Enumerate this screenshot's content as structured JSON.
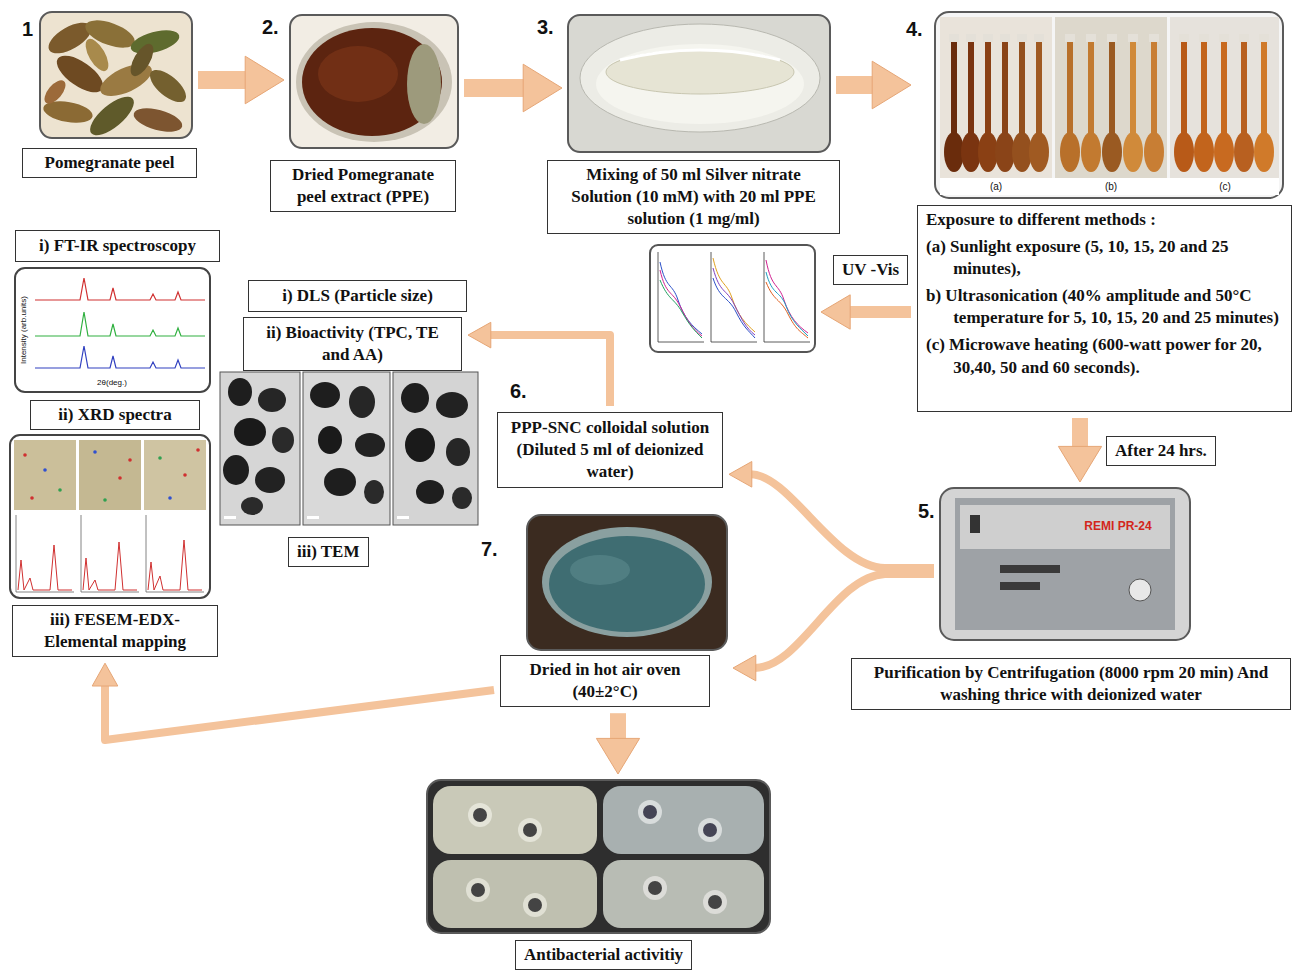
{
  "diagram": {
    "nodes": [
      {
        "text": [
          "Pomegranate peel"
        ]
      },
      {
        "text": [
          "Dried Pomegranate peel extract (PPE)"
        ]
      },
      {
        "text": [
          "Mixing of 50 ml Silver nitrate Solution (10 mM) with 20 ml PPE solution (1 mg/ml)"
        ]
      },
      {
        "text": [
          "Exposure to different methods :",
          "(a) Sunlight exposure (5, 10, 15, 20 and 25 minutes),",
          "b) Ultrasonication (40% amplitude and 50°C temperature for 5, 10, 15, 20 and 25 minutes)",
          "(c) Microwave heating (600-watt power for 20, 30,40, 50 and 60 seconds)."
        ]
      },
      {
        "text": [
          "UV -Vis"
        ]
      },
      {
        "text": [
          "Purification by Centrifugation (8000 rpm 20 min) And washing thrice with deionized water"
        ]
      },
      {
        "text": [
          "PPP-SNC colloidal solution (Diluted 5 ml of deionized water)"
        ]
      },
      {
        "text": [
          "i) DLS (Particle size)"
        ]
      },
      {
        "text": [
          "ii) Bioactivity (TPC, TE and AA)"
        ]
      },
      {
        "text": [
          "iii) TEM"
        ]
      },
      {
        "text": [
          "Dried in hot air oven (40±2°C)"
        ]
      },
      {
        "text": [
          "i) FT-IR spectroscopy"
        ]
      },
      {
        "text": [
          "ii) XRD spectra"
        ]
      },
      {
        "text": [
          "iii) FESEM-EDX- Elemental mapping"
        ]
      },
      {
        "text": [
          "Antibacterial activitiy"
        ]
      }
    ],
    "edges": [
      {
        "from": 0,
        "to": 1,
        "arrow": "to"
      },
      {
        "from": 1,
        "to": 2,
        "arrow": "to"
      },
      {
        "from": 2,
        "to": 3,
        "arrow": "to"
      },
      {
        "from": 3,
        "to": 4,
        "arrow": "to"
      },
      {
        "from": 3,
        "to": 5,
        "label": "After 24 hrs.",
        "arrow": "to"
      },
      {
        "from": 5,
        "to": 6,
        "arrow": "to"
      },
      {
        "from": 5,
        "to": 10,
        "arrow": "to"
      },
      {
        "from": 6,
        "to": 8,
        "arrow": "to"
      },
      {
        "from": 10,
        "to": 13,
        "arrow": "to"
      },
      {
        "from": 10,
        "to": 14,
        "arrow": "to"
      }
    ],
    "labels": [
      "1",
      "2.",
      "3.",
      "4.",
      "(a)",
      "(b)",
      "(c)",
      "REMI PR-24",
      "5.",
      "6.",
      "7.",
      "Intensity (arb.units)",
      "2θ(deg.)"
    ]
  }
}
